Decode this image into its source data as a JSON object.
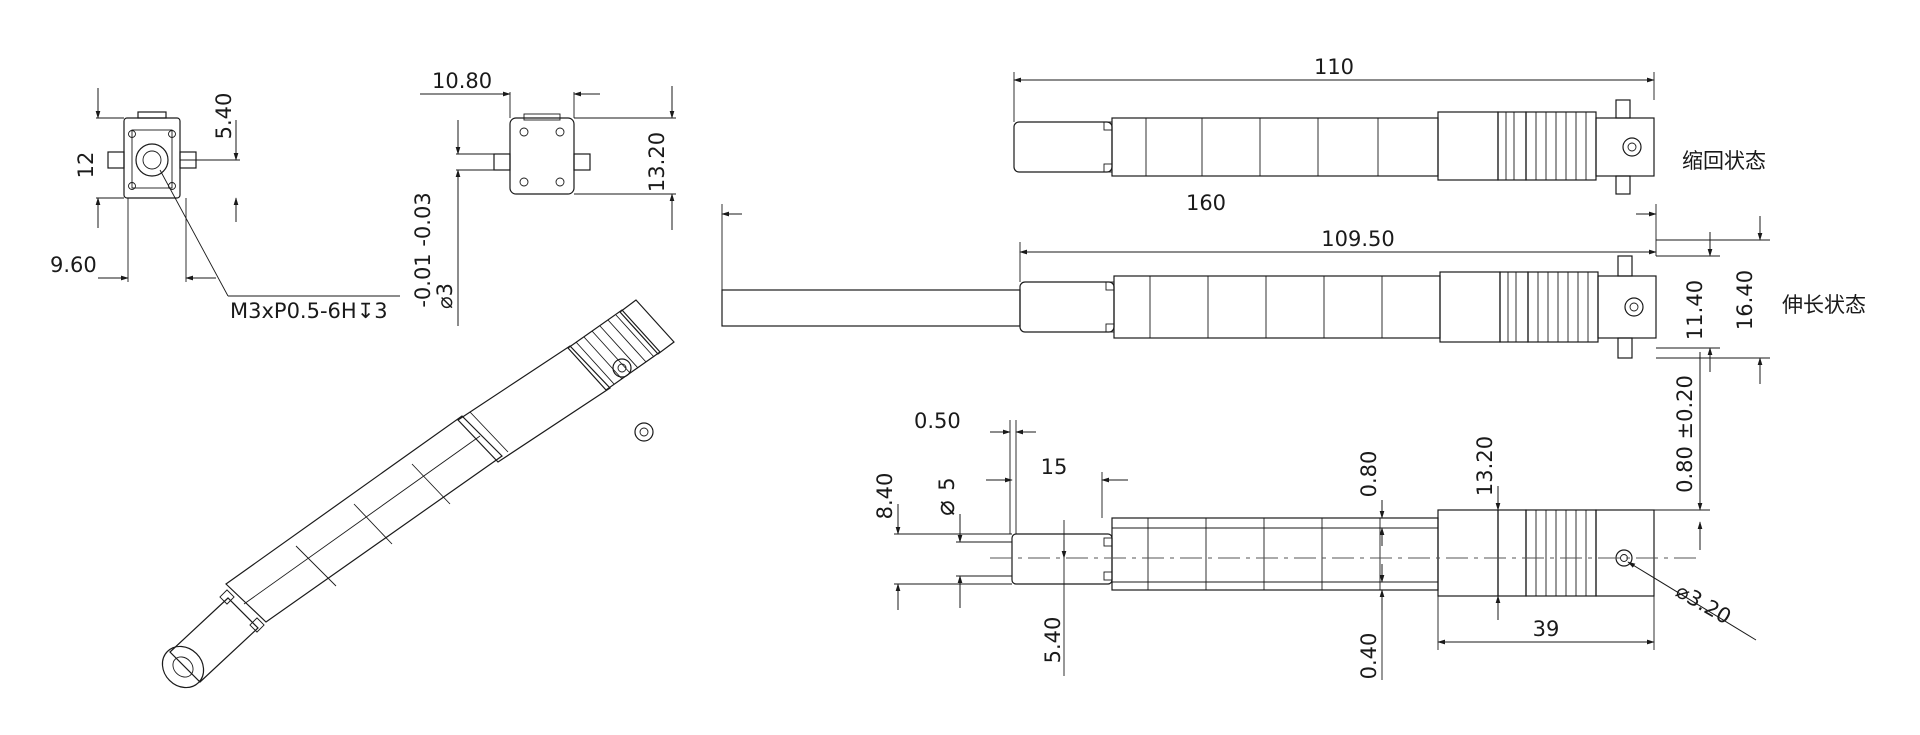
{
  "front_view": {
    "dim_height": "12",
    "dim_offset": "5.40",
    "dim_width": "9.60",
    "thread_note": "M3xP0.5-6H↧3"
  },
  "side_view": {
    "dim_width": "10.80",
    "dim_height": "13.20",
    "dim_shaft_dia": "⌀3",
    "dim_shaft_tol": "-0.01 -0.03"
  },
  "retracted": {
    "dim_length": "110",
    "label": "缩回状态"
  },
  "extended": {
    "dim_total": "160",
    "dim_body": "109.50",
    "dim_h1": "11.40",
    "dim_h2": "16.40",
    "label": "伸长状态"
  },
  "bottom_view": {
    "dim_gap": "0.50",
    "dim_rod_len": "15",
    "dim_height": "8.40",
    "dim_rod_dia_sym": "⌀",
    "dim_rod_dia_val": "5",
    "dim_offset": "5.40",
    "dim_wall_top": "0.80",
    "dim_wall_bot": "0.40",
    "dim_body_h": "13.20",
    "dim_step": "0.80 ±0.20",
    "dim_hole": "⌀3.20",
    "dim_head_len": "39"
  }
}
